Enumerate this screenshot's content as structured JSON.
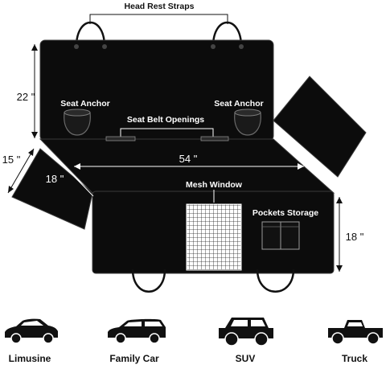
{
  "labels": {
    "head_rest_straps": "Head Rest Straps",
    "seat_anchor_left": "Seat Anchor",
    "seat_anchor_right": "Seat Anchor",
    "seat_belt_openings": "Seat Belt Openings",
    "mesh_window": "Mesh Window",
    "pockets_storage": "Pockets Storage"
  },
  "dimensions": {
    "back_height": "22 \"",
    "side_flap_depth": "15 \"",
    "seat_depth": "18 \"",
    "width": "54 \"",
    "front_drop": "18 \""
  },
  "vehicles": [
    {
      "label": "Limusine",
      "icon": "sedan-car-icon"
    },
    {
      "label": "Family Car",
      "icon": "wagon-car-icon"
    },
    {
      "label": "SUV",
      "icon": "suv-car-icon"
    },
    {
      "label": "Truck",
      "icon": "pickup-truck-icon"
    }
  ],
  "colors": {
    "cover": "#0c0c0c",
    "cover_edge": "#3a3a3a",
    "text_on_dark": "#ffffff",
    "text": "#111111"
  }
}
